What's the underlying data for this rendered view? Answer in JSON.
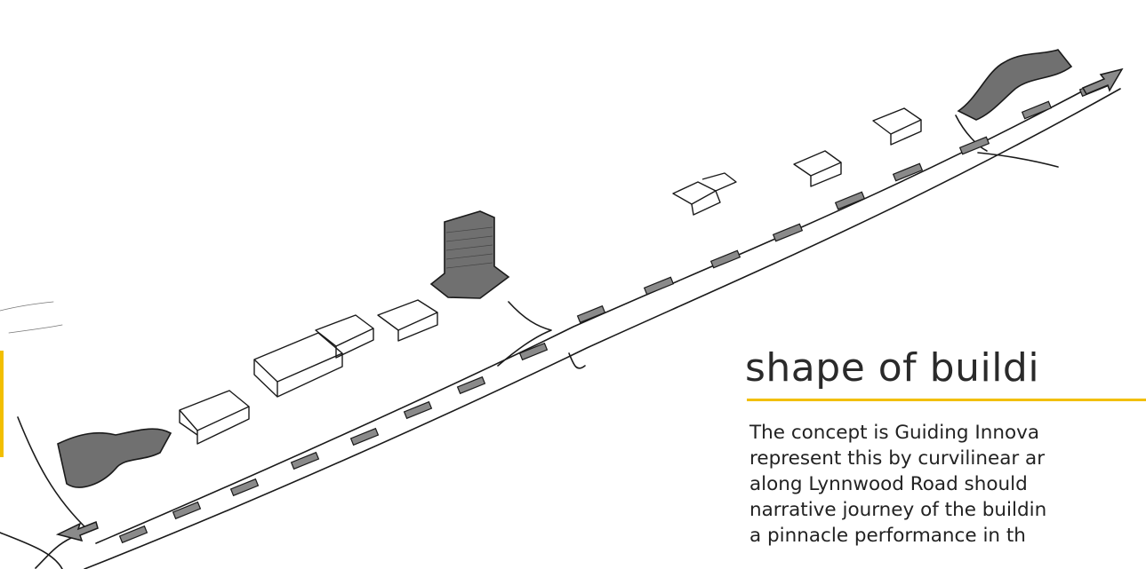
{
  "colors": {
    "accent": "#f2bf00",
    "ink": "#1a1a1a",
    "building_fill": "#707070",
    "bay_fill": "#8a8a8a"
  },
  "heading": "shape of buildi",
  "body_lines": [
    "The concept is Guiding Innova",
    "represent this by curvilinear ar",
    "along Lynnwood Road should",
    "narrative journey of the buildin",
    "a pinnacle performance in th"
  ]
}
